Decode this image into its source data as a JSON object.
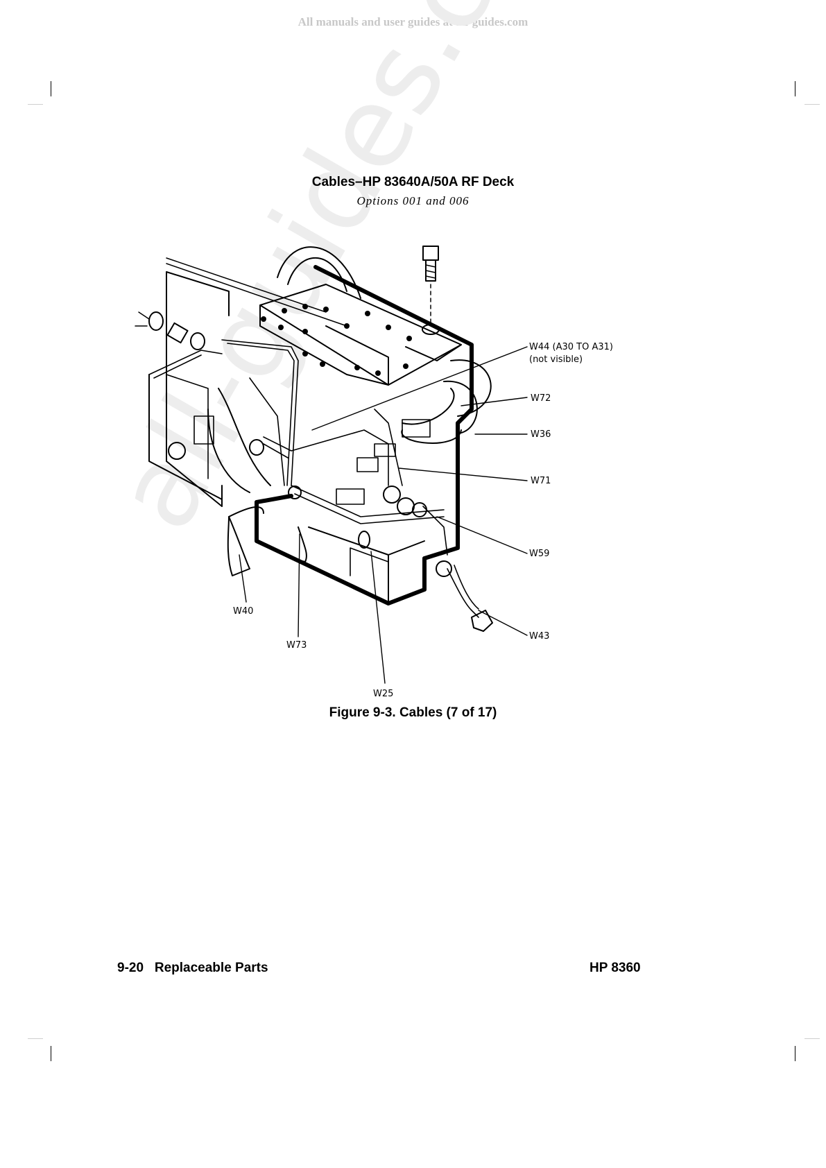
{
  "banner": "All manuals and user guides at all-guides.com",
  "watermark": "all-guides.com",
  "figure": {
    "title": "Cables–HP 83640A/50A RF Deck",
    "subtitle": "Options 001 and 006",
    "caption": "Figure 9-3. Cables (7 of 17)",
    "callouts": {
      "w44": "W44  (A30  TO  A31)",
      "w44_note": "(not  visible)",
      "w72": "W72",
      "w36": "W36",
      "w71": "W71",
      "w59": "W59",
      "w43": "W43",
      "w40": "W40",
      "w73": "W73",
      "w25": "W25"
    }
  },
  "footer": {
    "left": "9-20   Replaceable Parts",
    "right": "HP 8360"
  }
}
